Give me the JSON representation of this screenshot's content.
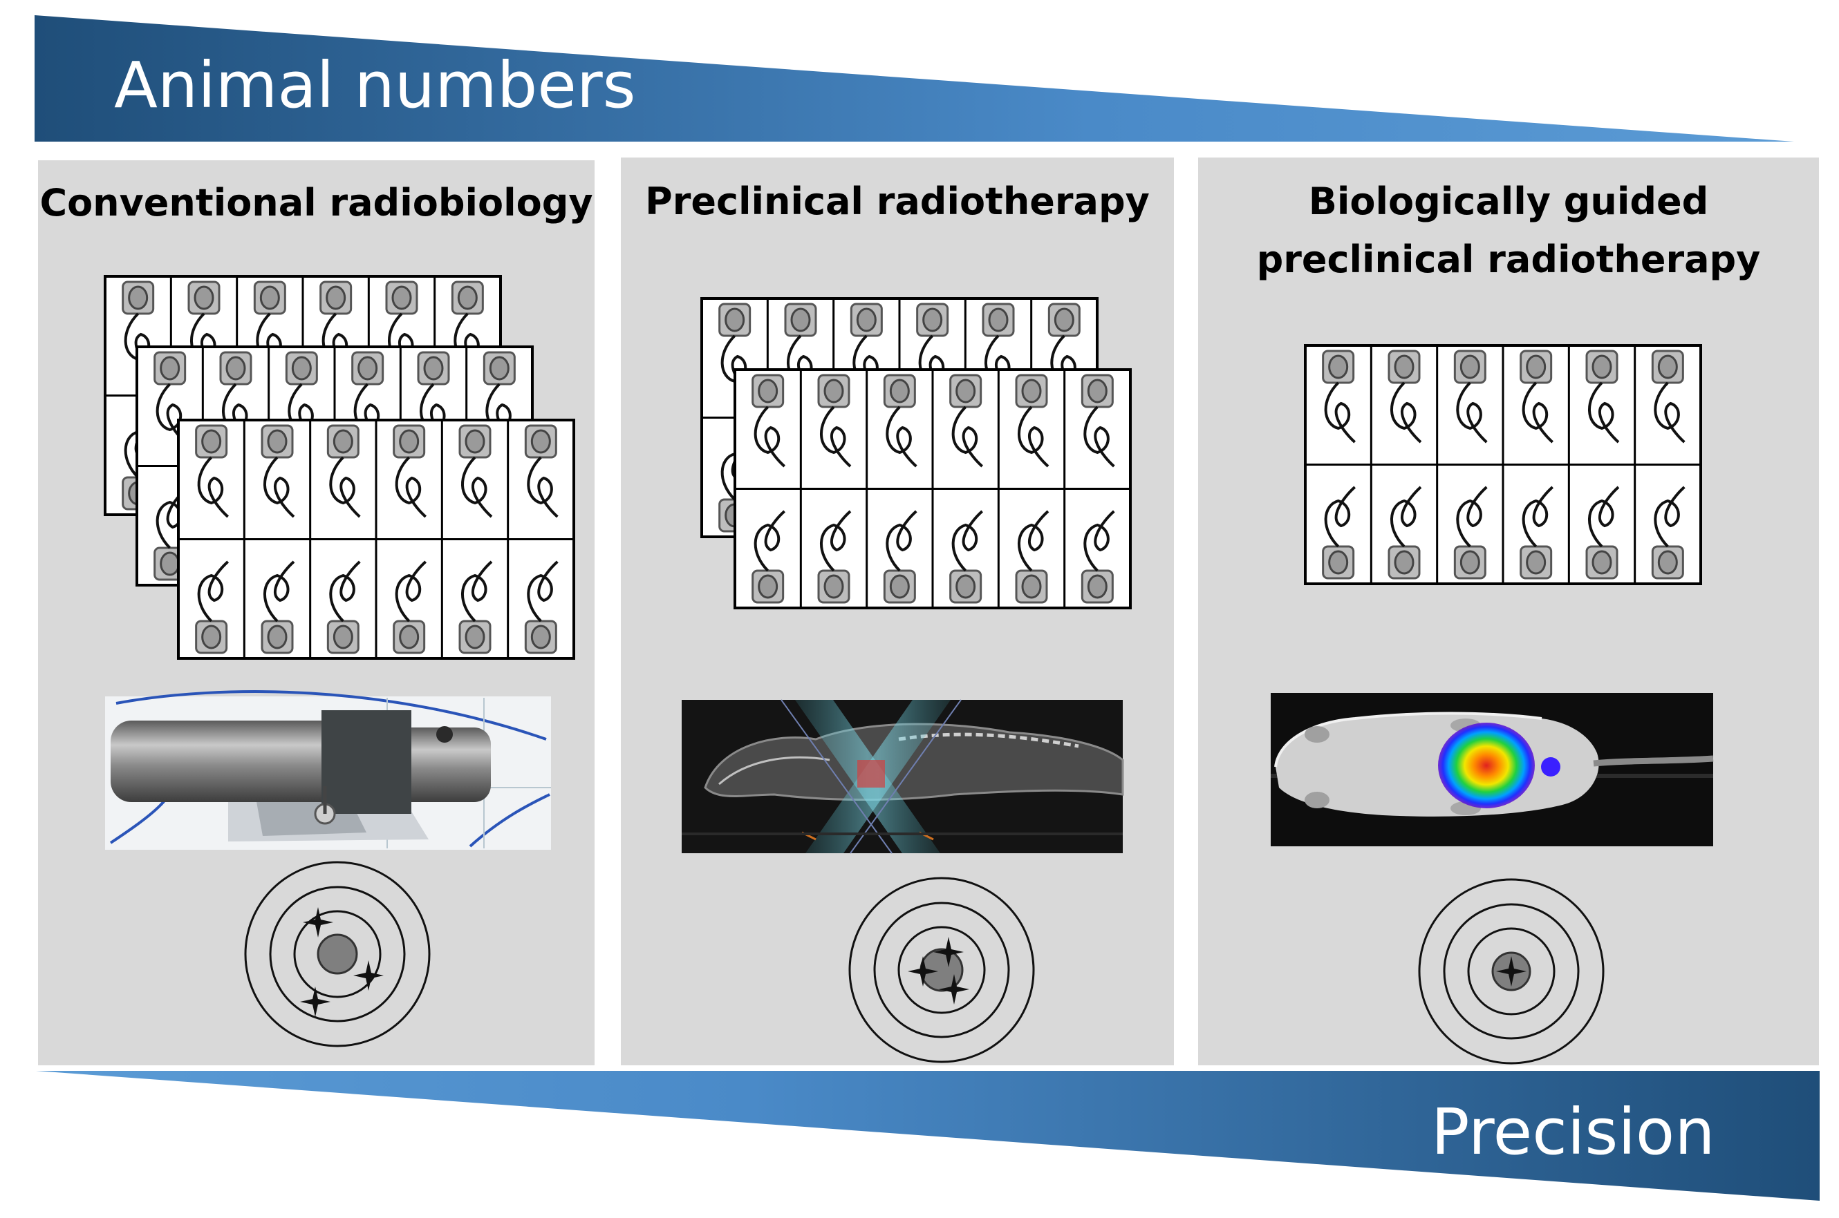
{
  "header": {
    "label": "Animal numbers"
  },
  "footer": {
    "label": "Precision"
  },
  "colors": {
    "banner_dark": "#1f4e79",
    "banner_light": "#5b9bd5",
    "panel_bg": "#d9d9d9"
  },
  "panels": [
    {
      "title": "Conventional radiobiology",
      "cage_sheets": 3,
      "photo": "irradiation-jig-photo",
      "target_icon": "target-scattered-icon"
    },
    {
      "title": "Preclinical radiotherapy",
      "cage_sheets": 2,
      "photo": "ct-beam-planning-image",
      "target_icon": "target-clustered-icon"
    },
    {
      "title": "Biologically guided preclinical radiotherapy",
      "cage_sheets": 1,
      "photo": "bioluminescence-mouse-image",
      "target_icon": "target-centered-icon"
    }
  ]
}
